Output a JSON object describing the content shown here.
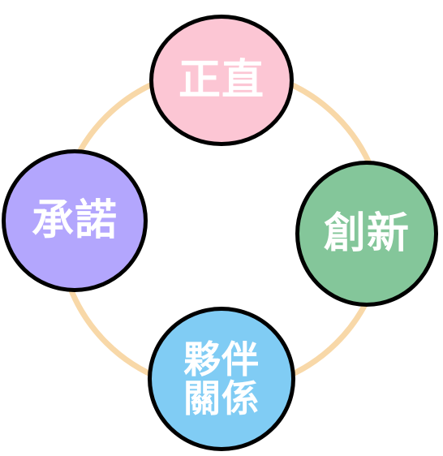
{
  "diagram": {
    "ring_color": "#f8d8a8",
    "nodes": [
      {
        "id": "top",
        "label": "正直",
        "fill": "#fcc6d4"
      },
      {
        "id": "right",
        "label": "創新",
        "fill": "#84c69a"
      },
      {
        "id": "bottom",
        "label": "夥伴\n關係",
        "fill": "#80ccf4"
      },
      {
        "id": "left",
        "label": "承諾",
        "fill": "#b3a6fd"
      }
    ]
  }
}
